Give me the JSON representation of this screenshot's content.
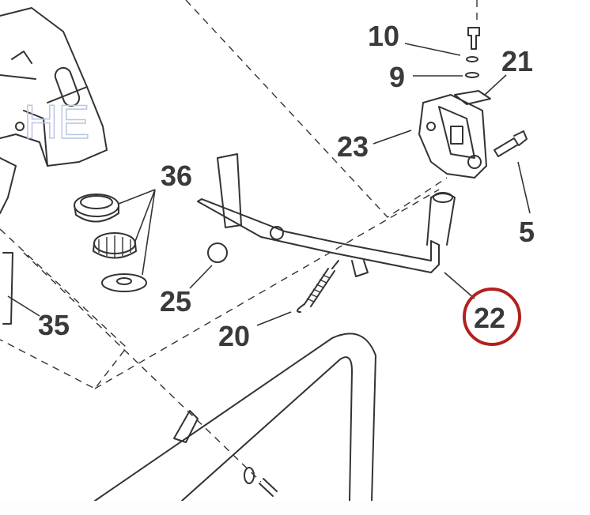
{
  "diagram": {
    "callouts": [
      {
        "id": "10",
        "label": "10"
      },
      {
        "id": "9",
        "label": "9"
      },
      {
        "id": "21",
        "label": "21"
      },
      {
        "id": "23",
        "label": "23"
      },
      {
        "id": "5",
        "label": "5"
      },
      {
        "id": "36",
        "label": "36"
      },
      {
        "id": "25",
        "label": "25"
      },
      {
        "id": "35",
        "label": "35"
      },
      {
        "id": "20",
        "label": "20"
      },
      {
        "id": "22",
        "label": "22",
        "highlighted": true
      }
    ],
    "highlight_color": "#b3201c",
    "line_color": "#333333"
  }
}
